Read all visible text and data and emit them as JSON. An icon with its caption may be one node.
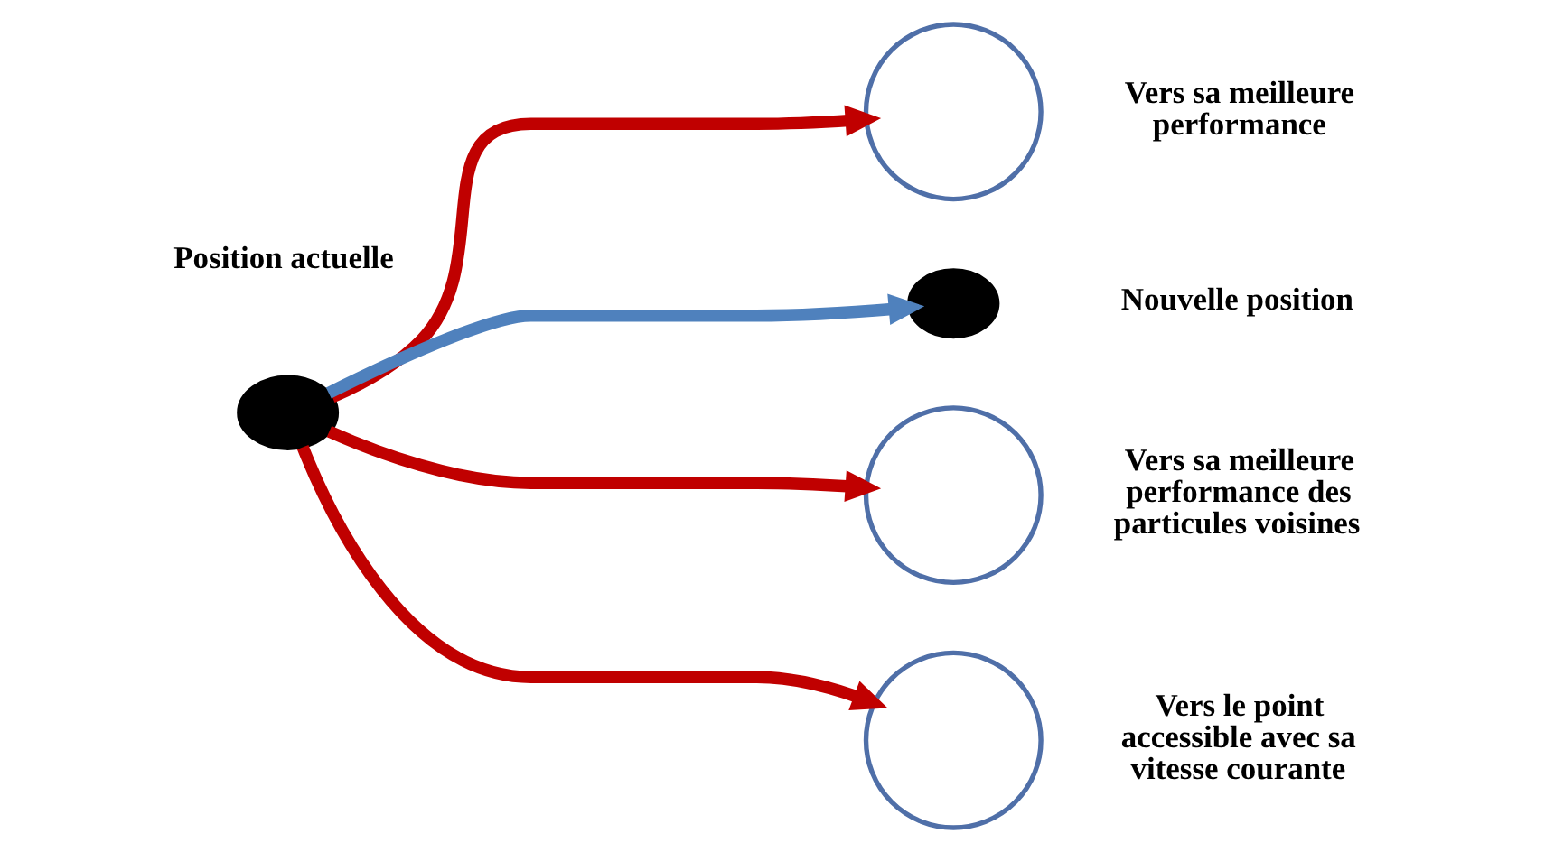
{
  "diagram": {
    "nodes": [
      {
        "text": [],
        "shape": "circle",
        "beside": [
          "Position actuelle"
        ]
      },
      {
        "text": [],
        "shape": "circle",
        "beside": [
          "Vers sa meilleure performance"
        ]
      },
      {
        "text": [],
        "shape": "circle",
        "beside": [
          "Nouvelle position"
        ]
      },
      {
        "text": [],
        "shape": "circle",
        "beside": [
          "Vers sa meilleure performance des particules voisines"
        ]
      },
      {
        "text": [],
        "shape": "circle",
        "beside": [
          "Vers le point accessible avec sa vitesse courante"
        ]
      }
    ],
    "edges": [
      {
        "from": 0,
        "to": 1,
        "arrow": "to"
      },
      {
        "from": 0,
        "to": 2,
        "arrow": "to",
        "color": "#4f81bd"
      },
      {
        "from": 0,
        "to": 3,
        "arrow": "to"
      },
      {
        "from": 0,
        "to": 4,
        "arrow": "to"
      }
    ]
  }
}
